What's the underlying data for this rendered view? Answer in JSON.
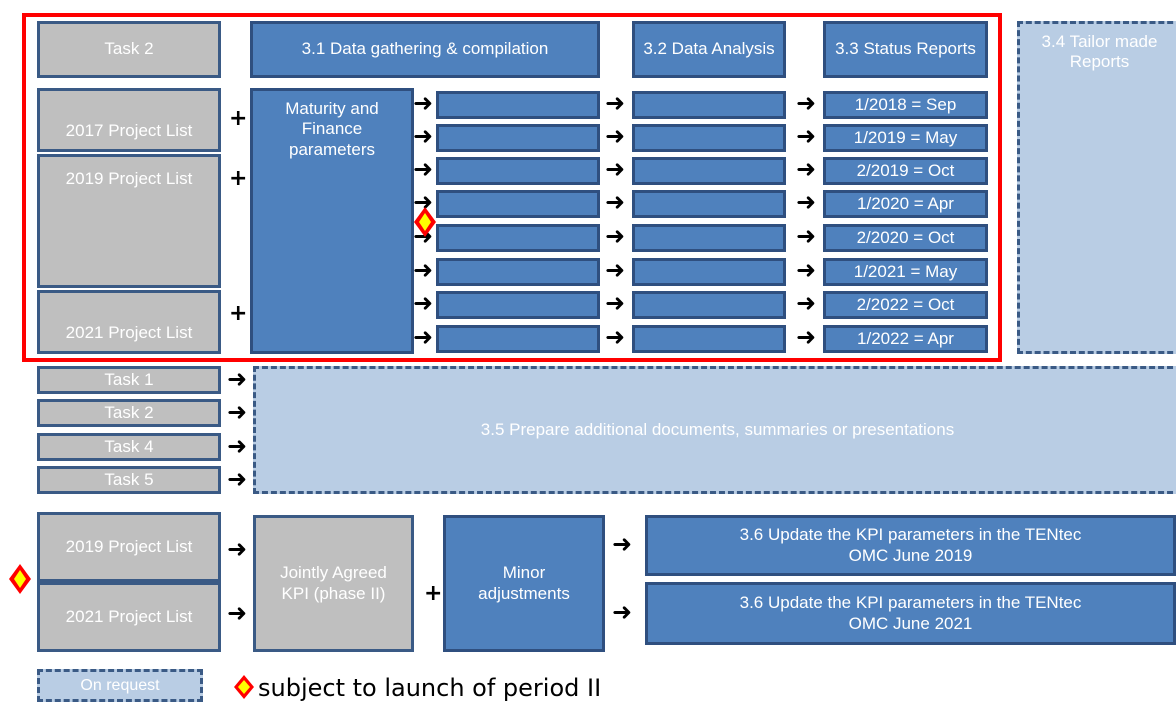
{
  "top": {
    "task2": "Task 2",
    "gathering": "3.1 Data gathering  & compilation",
    "analysis": "3.2 Data Analysis",
    "status": "3.3 Status Reports",
    "tailor": "3.4 Tailor made Reports",
    "list2017": "2017 Project List",
    "list2019": "2019 Project List",
    "list2021": "2021 Project List",
    "maturity": "Maturity and Finance parameters",
    "reports": [
      "1/2018 = Sep",
      "1/2019 = May",
      "2/2019 = Oct",
      "1/2020 = Apr",
      "2/2020 = Oct",
      "1/2021 = May",
      "2/2022 = Oct",
      "1/2022 = Apr"
    ]
  },
  "middle": {
    "tasks": [
      "Task 1",
      "Task 2",
      "Task 4",
      "Task 5"
    ],
    "prepare": "3.5 Prepare additional documents,  summaries or presentations"
  },
  "bottom": {
    "list2019": "2019 Project List",
    "list2021": "2021 Project List",
    "kpi": "Jointly Agreed KPI (phase II)",
    "minor": "Minor adjustments",
    "update2019": "3.6 Update the KPI  parameters in the TENtec OMC June 2019",
    "update2021": "3.6 Update the KPI  parameters in the TENtec OMC June 2021"
  },
  "legend": {
    "on_request": "On request",
    "subject": "subject to launch of period II"
  },
  "symbols": {
    "plus": "+",
    "arrow": "➜"
  },
  "colors": {
    "gray": "#bfbfbf",
    "blue": "#4f81bd",
    "light_blue": "#b9cde4",
    "red_frame": "#ff0000",
    "diamond_fill": "#ffff00",
    "diamond_border": "#ff0000"
  }
}
